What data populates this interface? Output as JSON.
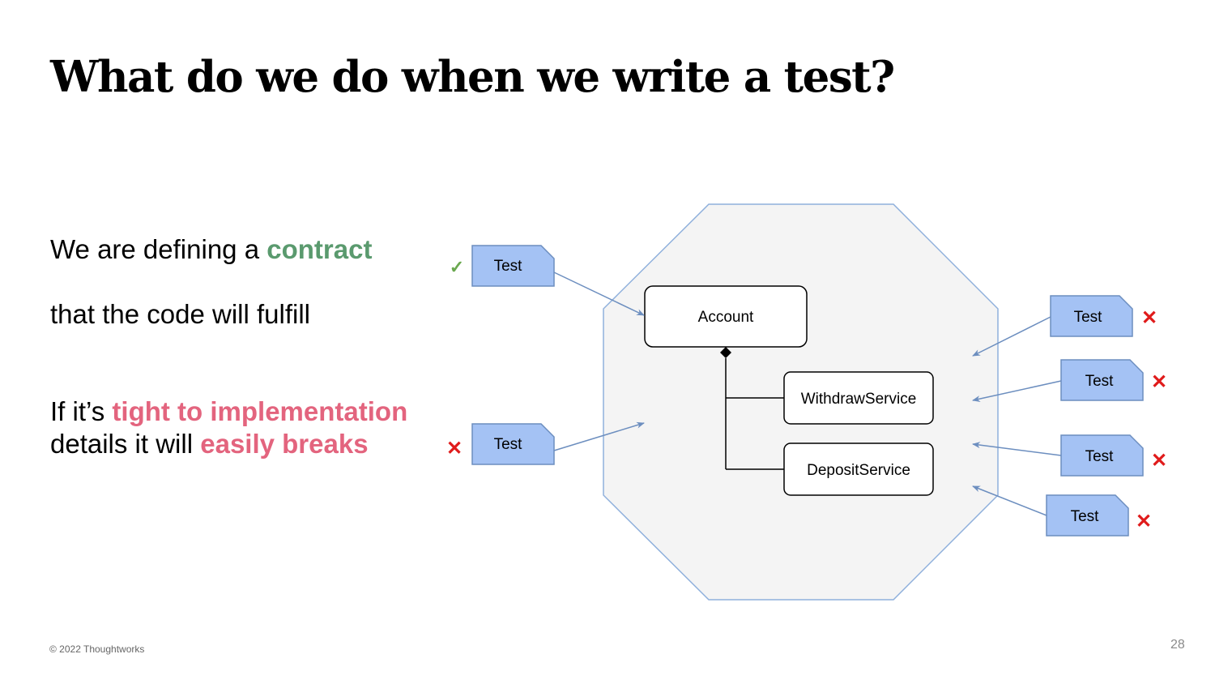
{
  "slide": {
    "title": "What do we do when we write a test?",
    "line1_prefix": "We are defining a ",
    "line1_highlight": "contract",
    "line2": "that the code will fulfill",
    "line3_prefix": "If it’s ",
    "line3_highlight": "tight to implementation",
    "line4_prefix": "details it will ",
    "line4_highlight": "easily breaks",
    "copyright": "© 2022 Thoughtworks",
    "page_number": "28"
  },
  "diagram": {
    "account_label": "Account",
    "withdraw_label": "WithdrawService",
    "deposit_label": "DepositService",
    "test_label": "Test",
    "check_glyph": "✓",
    "cross_glyph": "✕",
    "colors": {
      "green": "#5a9a6e",
      "pink": "#e3647e",
      "test_fill": "#a4c2f4",
      "test_stroke": "#6c8ebf",
      "octagon_fill": "#f4f4f4",
      "octagon_stroke": "#8fb0dc",
      "cross": "#e01b1b",
      "check": "#6aa84f"
    }
  }
}
